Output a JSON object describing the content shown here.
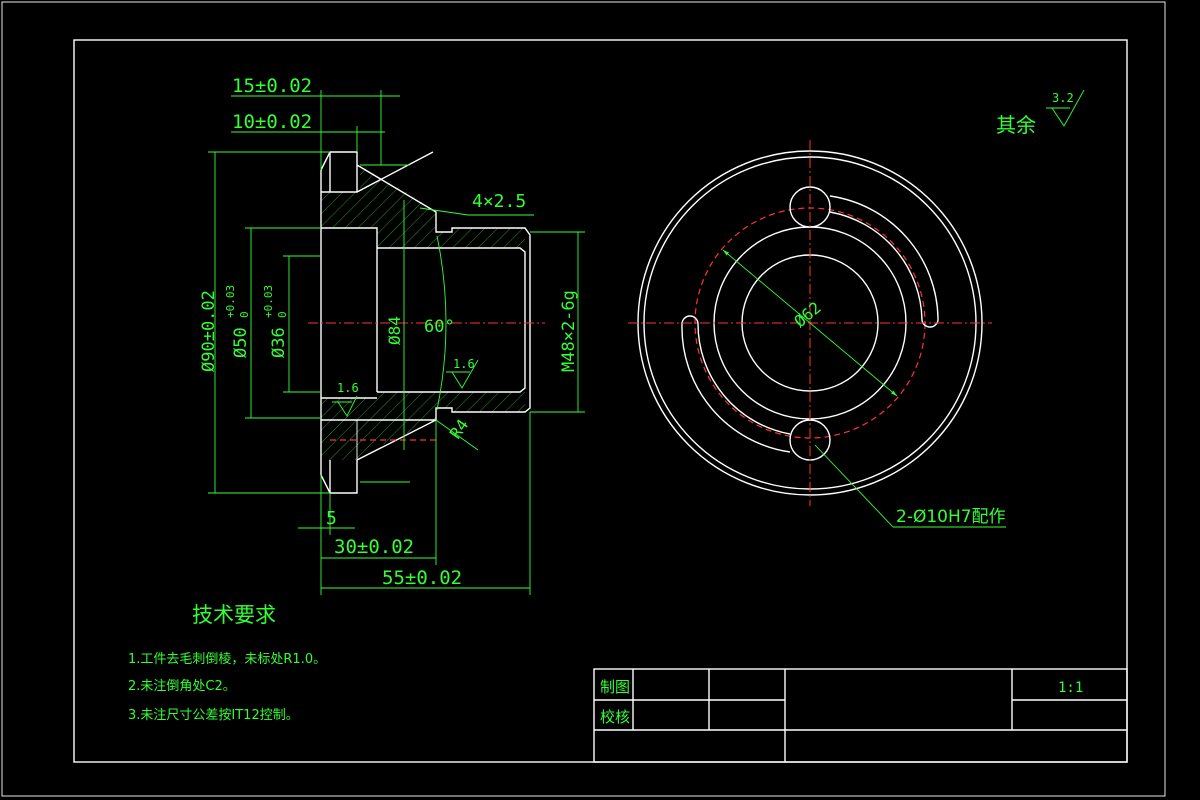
{
  "dimensions": {
    "len_15": "15±0.02",
    "len_10": "10±0.02",
    "len_5": "5",
    "len_30": "30±0.02",
    "len_55": "55±0.02",
    "dia_90": "Ø90±0.02",
    "dia_50": "Ø50",
    "dia_50_tol_upper": "+0.03",
    "dia_50_tol_lower": "0",
    "dia_36": "Ø36",
    "dia_36_tol_upper": "+0.03",
    "dia_36_tol_lower": "0",
    "dia_84": "Ø84",
    "angle_60": "60°",
    "chamfer_groove": "4×2.5",
    "thread": "M48×2-6g",
    "radius_4": "R4",
    "bolt_circle": "Ø62",
    "holes": "2-Ø10H7配作"
  },
  "roughness": {
    "rest_label": "其余",
    "rest_value": "3.2",
    "left_bore": "1.6",
    "right_bore": "1.6"
  },
  "tech_requirements": {
    "title": "技术要求",
    "items": [
      "1.工件去毛刺倒棱，未标处R1.0。",
      "2.未注倒角处C2。",
      "3.未注尺寸公差按IT12控制。"
    ]
  },
  "title_block": {
    "drawn_label": "制图",
    "checked_label": "校核",
    "scale": "1:1"
  },
  "colors": {
    "background": "#000000",
    "outline": "#ffffff",
    "dimension": "#33ff33",
    "centerline": "#ff3333"
  }
}
